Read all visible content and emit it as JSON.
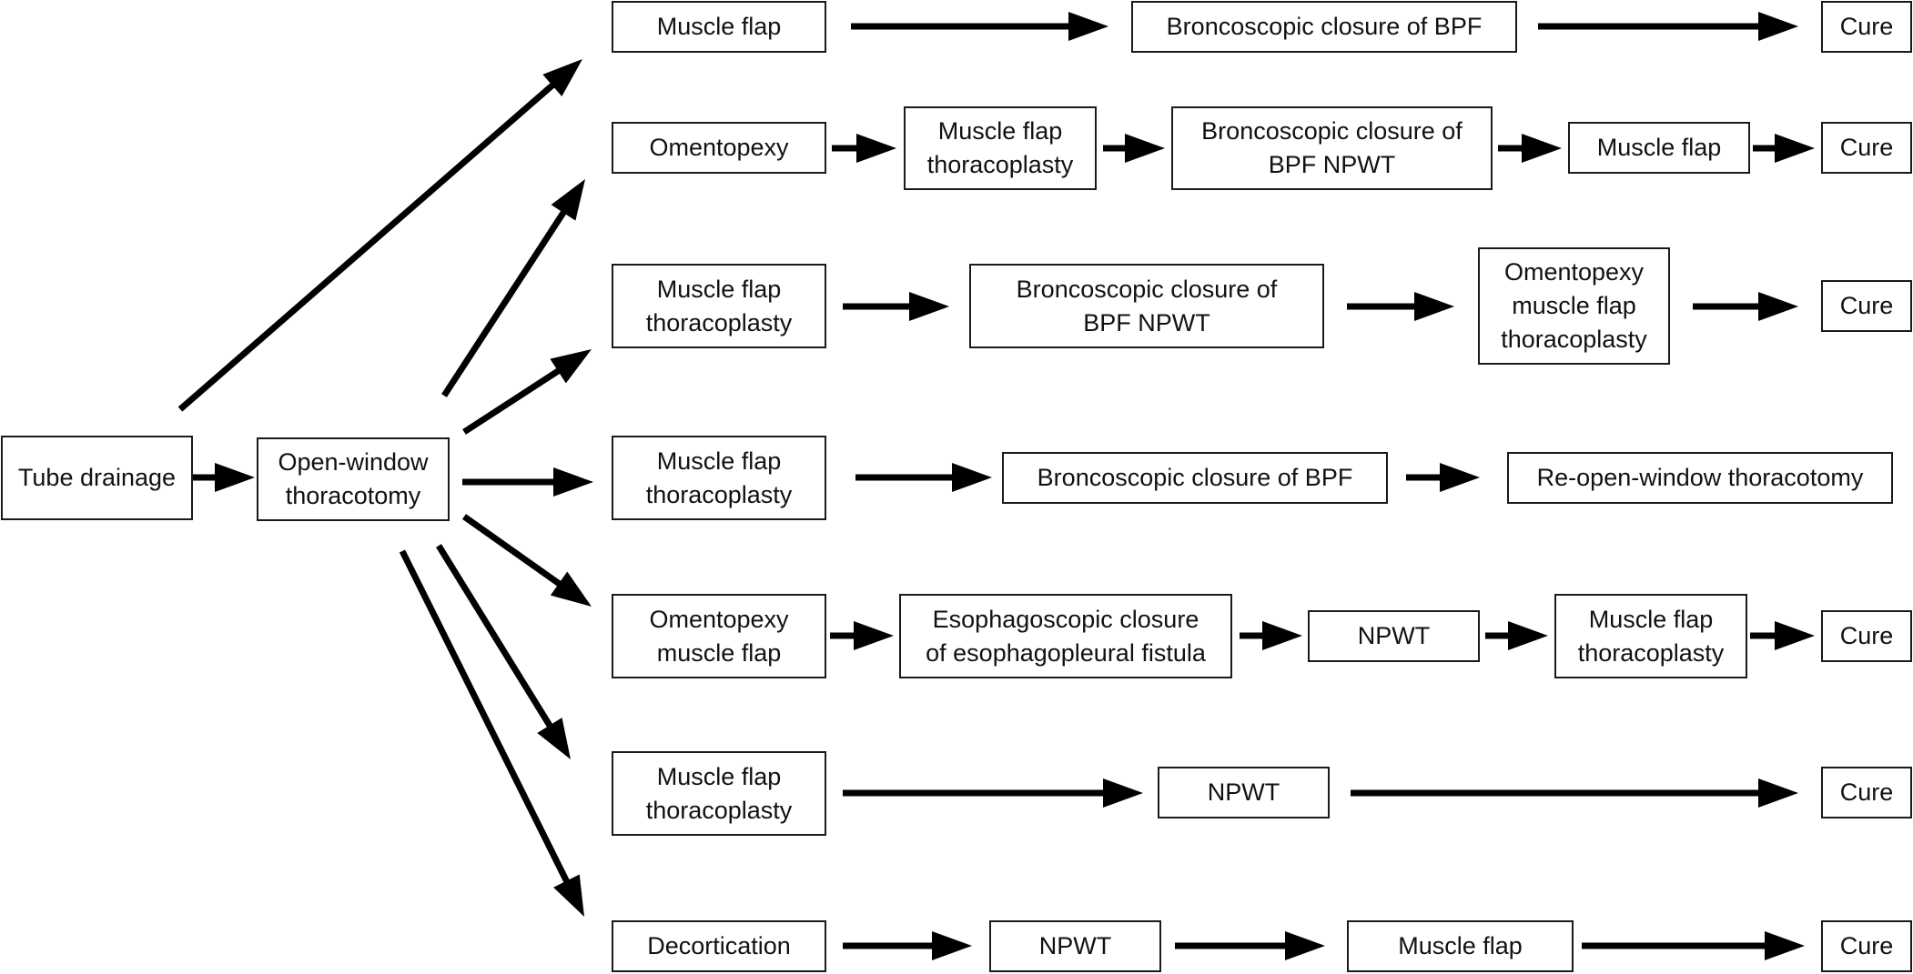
{
  "colors": {
    "stroke": "#000000",
    "box_border": "#1a1a1a",
    "text": "#111111",
    "background": "#ffffff"
  },
  "nodes": {
    "tube_drainage": "Tube drainage",
    "open_window": "Open-window\nthoracotomy",
    "r1": [
      "Muscle flap",
      "Broncoscopic closure of BPF",
      "Cure"
    ],
    "r2": [
      "Omentopexy",
      "Muscle flap\nthoracoplasty",
      "Broncoscopic closure of\nBPF NPWT",
      "Muscle flap",
      "Cure"
    ],
    "r3": [
      "Muscle flap\nthoracoplasty",
      "Broncoscopic closure of\nBPF NPWT",
      "Omentopexy\nmuscle flap\nthoracoplasty",
      "Cure"
    ],
    "r4": [
      "Muscle flap\nthoracoplasty",
      "Broncoscopic closure of BPF",
      "Re-open-window thoracotomy"
    ],
    "r5": [
      "Omentopexy\nmuscle flap",
      "Esophagoscopic closure\nof esophagopleural fistula",
      "NPWT",
      "Muscle flap\nthoracoplasty",
      "Cure"
    ],
    "r6": [
      "Muscle flap\nthoracoplasty",
      "NPWT",
      "Cure"
    ],
    "r7": [
      "Decortication",
      "NPWT",
      "Muscle flap",
      "Cure"
    ]
  }
}
